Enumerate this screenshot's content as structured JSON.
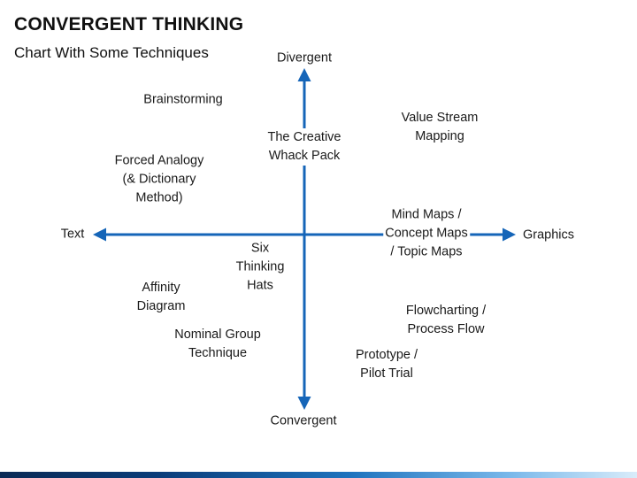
{
  "header": {
    "title": "CONVERGENT THINKING",
    "subtitle": "Chart With Some Techniques"
  },
  "axes": {
    "top": "Divergent",
    "bottom": "Convergent",
    "left": "Text",
    "right": "Graphics",
    "color": "#1565b8"
  },
  "techniques": {
    "brainstorming": "Brainstorming",
    "creative_whack_pack": "The Creative\nWhack Pack",
    "value_stream_mapping": "Value Stream\nMapping",
    "forced_analogy": "Forced Analogy\n(& Dictionary\nMethod)",
    "mind_maps": "Mind Maps /\nConcept Maps\n/ Topic Maps",
    "six_thinking_hats": "Six\nThinking\nHats",
    "affinity_diagram": "Affinity\nDiagram",
    "flowcharting": "Flowcharting /\nProcess Flow",
    "nominal_group": "Nominal Group\nTechnique",
    "prototype": "Prototype /\nPilot Trial"
  }
}
